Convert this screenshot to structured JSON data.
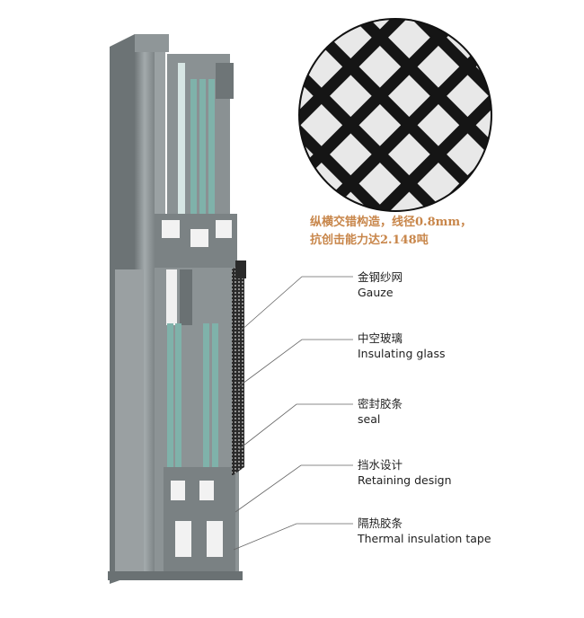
{
  "mesh_note": {
    "line1": "纵横交错构造，线径0.8mm，",
    "line2": "抗创击能力达2.148吨"
  },
  "callouts": [
    {
      "zh": "金钢纱网",
      "en": "Gauze"
    },
    {
      "zh": "中空玻璃",
      "en": "Insulating glass"
    },
    {
      "zh": "密封胶条",
      "en": "seal"
    },
    {
      "zh": "挡水设计",
      "en": "Retaining design"
    },
    {
      "zh": "隔热胶条",
      "en": "Thermal insulation tape"
    }
  ],
  "colors": {
    "note": "#c8864a",
    "aluminum": "#8e9597",
    "glass": "#6fa39c",
    "mesh": "#1c1c1c"
  }
}
